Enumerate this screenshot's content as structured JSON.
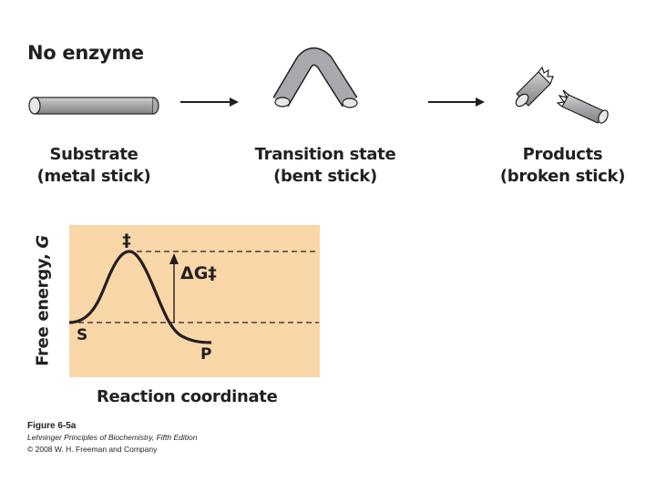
{
  "heading": "No enzyme",
  "stages": {
    "substrate": {
      "line1": "Substrate",
      "line2": "(metal stick)"
    },
    "transition": {
      "line1": "Transition state",
      "line2": "(bent stick)"
    },
    "products": {
      "line1": "Products",
      "line2": "(broken stick)"
    }
  },
  "diagram": {
    "y_axis_label": "Free energy,",
    "y_axis_var": "G",
    "x_axis_label": "Reaction coordinate",
    "marker_transition": "‡",
    "delta_g": "ΔG‡",
    "substrate_marker": "S",
    "product_marker": "P",
    "colors": {
      "panel": "#f9d7a9",
      "curve": "#231f20",
      "stick": "#a7a9ac"
    }
  },
  "caption": {
    "figure": "Figure 6-5a",
    "book": "Lehninger Principles of Biochemistry, Fifth Edition",
    "copyright": "© 2008 W. H. Freeman and Company"
  }
}
